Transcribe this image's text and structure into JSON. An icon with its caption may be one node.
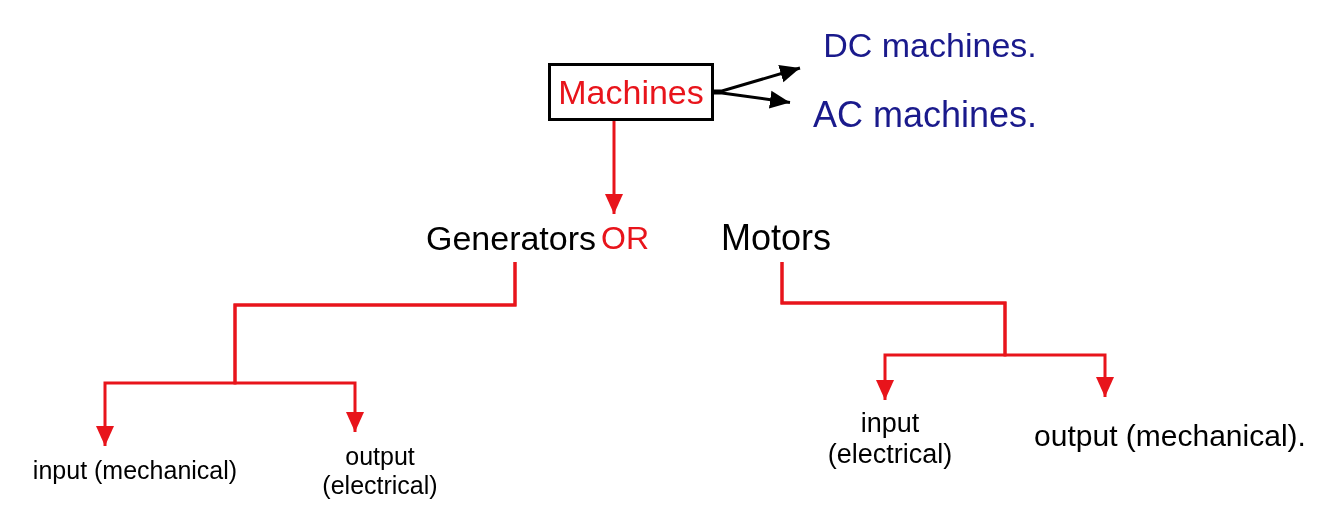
{
  "diagram": {
    "nodes": [
      {
        "text": [
          "Machines"
        ]
      },
      {
        "text": [
          "DC machines."
        ]
      },
      {
        "text": [
          "AC machines."
        ]
      },
      {
        "text": [
          "Generators"
        ]
      },
      {
        "text": [
          "OR"
        ]
      },
      {
        "text": [
          "Motors"
        ]
      },
      {
        "text": [
          "input (mechanical)"
        ]
      },
      {
        "text": [
          "output (electrical)"
        ]
      },
      {
        "text": [
          "input (electrical)"
        ]
      },
      {
        "text": [
          "output (mechanical)."
        ]
      }
    ],
    "edges": [
      {
        "from": 0,
        "to": 1,
        "arrow": "to",
        "color": "#000000"
      },
      {
        "from": 0,
        "to": 2,
        "arrow": "to",
        "color": "#000000"
      },
      {
        "from": 0,
        "to": 4,
        "arrow": "to"
      },
      {
        "from": 3,
        "to": 6,
        "arrow": "to"
      },
      {
        "from": 3,
        "to": 7,
        "arrow": "to"
      },
      {
        "from": 5,
        "to": 8,
        "arrow": "to"
      },
      {
        "from": 5,
        "to": 9,
        "arrow": "to"
      }
    ]
  }
}
